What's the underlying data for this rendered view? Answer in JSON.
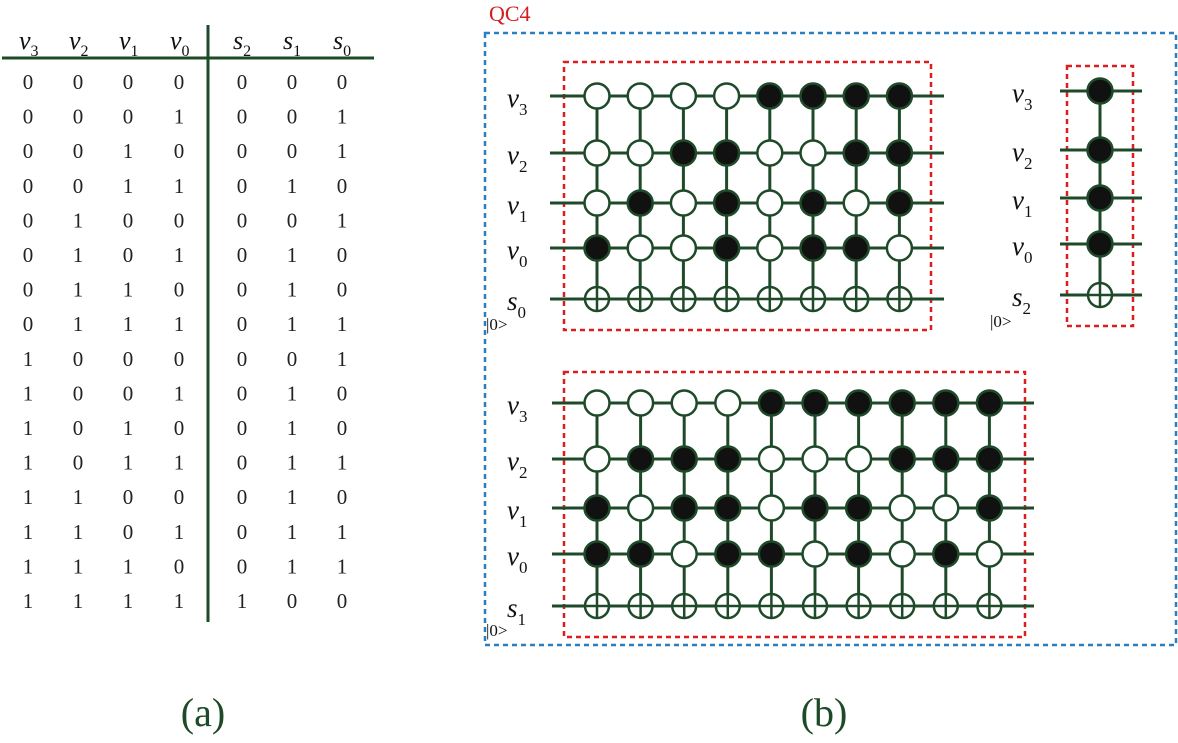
{
  "table": {
    "input_headers": [
      {
        "var": "v",
        "sub": "3"
      },
      {
        "var": "v",
        "sub": "2"
      },
      {
        "var": "v",
        "sub": "1"
      },
      {
        "var": "v",
        "sub": "0"
      }
    ],
    "output_headers": [
      {
        "var": "s",
        "sub": "2"
      },
      {
        "var": "s",
        "sub": "1"
      },
      {
        "var": "s",
        "sub": "0"
      }
    ],
    "rows": [
      [
        "0",
        "0",
        "0",
        "0",
        "0",
        "0",
        "0"
      ],
      [
        "0",
        "0",
        "0",
        "1",
        "0",
        "0",
        "1"
      ],
      [
        "0",
        "0",
        "1",
        "0",
        "0",
        "0",
        "1"
      ],
      [
        "0",
        "0",
        "1",
        "1",
        "0",
        "1",
        "0"
      ],
      [
        "0",
        "1",
        "0",
        "0",
        "0",
        "0",
        "1"
      ],
      [
        "0",
        "1",
        "0",
        "1",
        "0",
        "1",
        "0"
      ],
      [
        "0",
        "1",
        "1",
        "0",
        "0",
        "1",
        "0"
      ],
      [
        "0",
        "1",
        "1",
        "1",
        "0",
        "1",
        "1"
      ],
      [
        "1",
        "0",
        "0",
        "0",
        "0",
        "0",
        "1"
      ],
      [
        "1",
        "0",
        "0",
        "1",
        "0",
        "1",
        "0"
      ],
      [
        "1",
        "0",
        "1",
        "0",
        "0",
        "1",
        "0"
      ],
      [
        "1",
        "0",
        "1",
        "1",
        "0",
        "1",
        "1"
      ],
      [
        "1",
        "1",
        "0",
        "0",
        "0",
        "1",
        "0"
      ],
      [
        "1",
        "1",
        "0",
        "1",
        "0",
        "1",
        "1"
      ],
      [
        "1",
        "1",
        "1",
        "0",
        "0",
        "1",
        "1"
      ],
      [
        "1",
        "1",
        "1",
        "1",
        "1",
        "0",
        "0"
      ]
    ]
  },
  "panel_labels": {
    "a": "(a)",
    "b": "(b)"
  },
  "qc_label": "QC4",
  "colors": {
    "line": "#1e4a2a",
    "qc_border": "#2a7fc1",
    "group_border": "#dc1e1e",
    "qc_text": "#d21e1e",
    "fill": "#111111"
  },
  "circuits": [
    {
      "name": "s0-circuit",
      "labels": [
        {
          "var": "v",
          "sub": "3"
        },
        {
          "var": "v",
          "sub": "2"
        },
        {
          "var": "v",
          "sub": "1"
        },
        {
          "var": "v",
          "sub": "0"
        },
        {
          "var": "s",
          "sub": "0"
        }
      ],
      "ket": "|0>",
      "gates": [
        [
          0,
          0,
          0,
          1
        ],
        [
          0,
          0,
          1,
          0
        ],
        [
          0,
          1,
          0,
          0
        ],
        [
          0,
          1,
          1,
          1
        ],
        [
          1,
          0,
          0,
          0
        ],
        [
          1,
          0,
          1,
          1
        ],
        [
          1,
          1,
          0,
          1
        ],
        [
          1,
          1,
          1,
          0
        ]
      ]
    },
    {
      "name": "s2-circuit",
      "labels": [
        {
          "var": "v",
          "sub": "3"
        },
        {
          "var": "v",
          "sub": "2"
        },
        {
          "var": "v",
          "sub": "1"
        },
        {
          "var": "v",
          "sub": "0"
        },
        {
          "var": "s",
          "sub": "2"
        }
      ],
      "ket": "|0>",
      "gates": [
        [
          1,
          1,
          1,
          1
        ]
      ]
    },
    {
      "name": "s1-circuit",
      "labels": [
        {
          "var": "v",
          "sub": "3"
        },
        {
          "var": "v",
          "sub": "2"
        },
        {
          "var": "v",
          "sub": "1"
        },
        {
          "var": "v",
          "sub": "0"
        },
        {
          "var": "s",
          "sub": "1"
        }
      ],
      "ket": "|0>",
      "gates": [
        [
          0,
          0,
          1,
          1
        ],
        [
          0,
          1,
          0,
          1
        ],
        [
          0,
          1,
          1,
          0
        ],
        [
          0,
          1,
          1,
          1
        ],
        [
          1,
          0,
          0,
          1
        ],
        [
          1,
          0,
          1,
          0
        ],
        [
          1,
          0,
          1,
          1
        ],
        [
          1,
          1,
          0,
          0
        ],
        [
          1,
          1,
          0,
          1
        ],
        [
          1,
          1,
          1,
          0
        ]
      ]
    }
  ]
}
